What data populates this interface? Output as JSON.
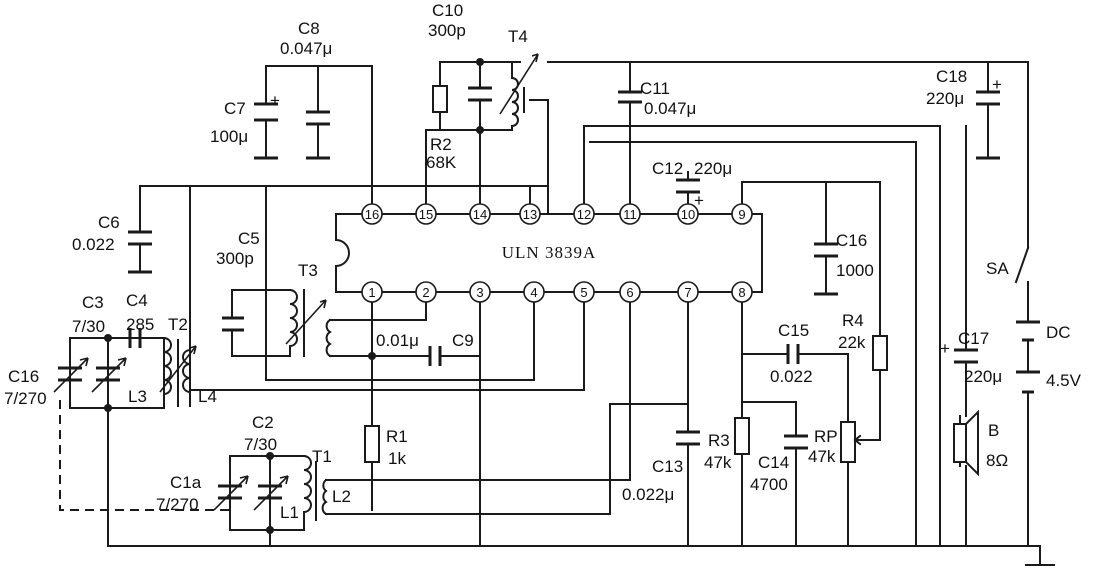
{
  "chip": {
    "name": "ULN 3839A"
  },
  "pins": {
    "top": [
      "16",
      "15",
      "14",
      "13",
      "12",
      "11",
      "10",
      "9"
    ],
    "bottom": [
      "1",
      "2",
      "3",
      "4",
      "5",
      "6",
      "7",
      "8"
    ]
  },
  "labels": {
    "c8": "C8",
    "c8_val": "0.047μ",
    "c10": "C10",
    "c10_val": "300p",
    "t4": "T4",
    "c11": "C11",
    "c11_val": "0.047μ",
    "c18": "C18",
    "c18_val": "220μ",
    "c7": "C7",
    "c7_val": "100μ",
    "r2": "R2",
    "r2_val": "68K",
    "c12": "C12",
    "c12_val": "220μ",
    "c6": "C6",
    "c6_val": "0.022",
    "c5": "C5",
    "c5_val": "300p",
    "t3": "T3",
    "c16b": "C16",
    "c16b_val": "1000",
    "sa": "SA",
    "c3": "C3",
    "c3_val": "7/30",
    "c4": "C4",
    "c4_val": "285",
    "t2": "T2",
    "c16a": "C16",
    "c16a_val": "7/270",
    "l3": "L3",
    "l4": "L4",
    "c9_val": "0.01μ",
    "c9": "C9",
    "c15": "C15",
    "c15_val": "0.022",
    "r4": "R4",
    "r4_val": "22k",
    "c17": "C17",
    "c17_val": "220μ",
    "dc": "DC",
    "dc_val": "4.5V",
    "r1": "R1",
    "r1_val": "1k",
    "c2": "C2",
    "c2_val": "7/30",
    "t1": "T1",
    "c1a": "C1a",
    "c1a_val": "7/270",
    "l1": "L1",
    "l2": "L2",
    "c13": "C13",
    "c13_val": "0.022μ",
    "r3": "R3",
    "r3_val": "47k",
    "c14": "C14",
    "c14_val": "4700",
    "rp": "RP",
    "rp_val": "47k",
    "b": "B",
    "b_val": "8Ω",
    "plus": "+"
  }
}
